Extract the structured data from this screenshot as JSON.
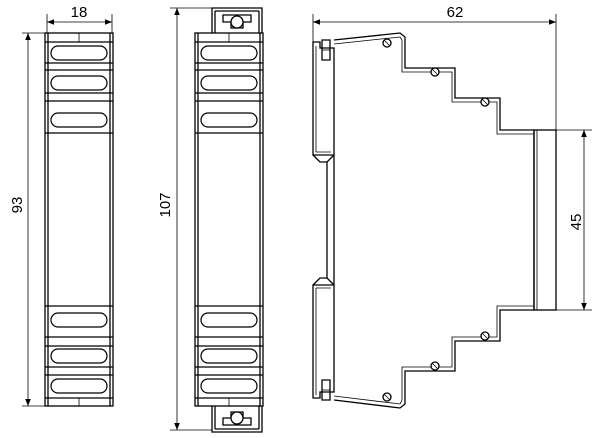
{
  "dimensions": {
    "front_width": "18",
    "front_height": "93",
    "total_height": "107",
    "depth": "62",
    "front_face_height": "45"
  }
}
